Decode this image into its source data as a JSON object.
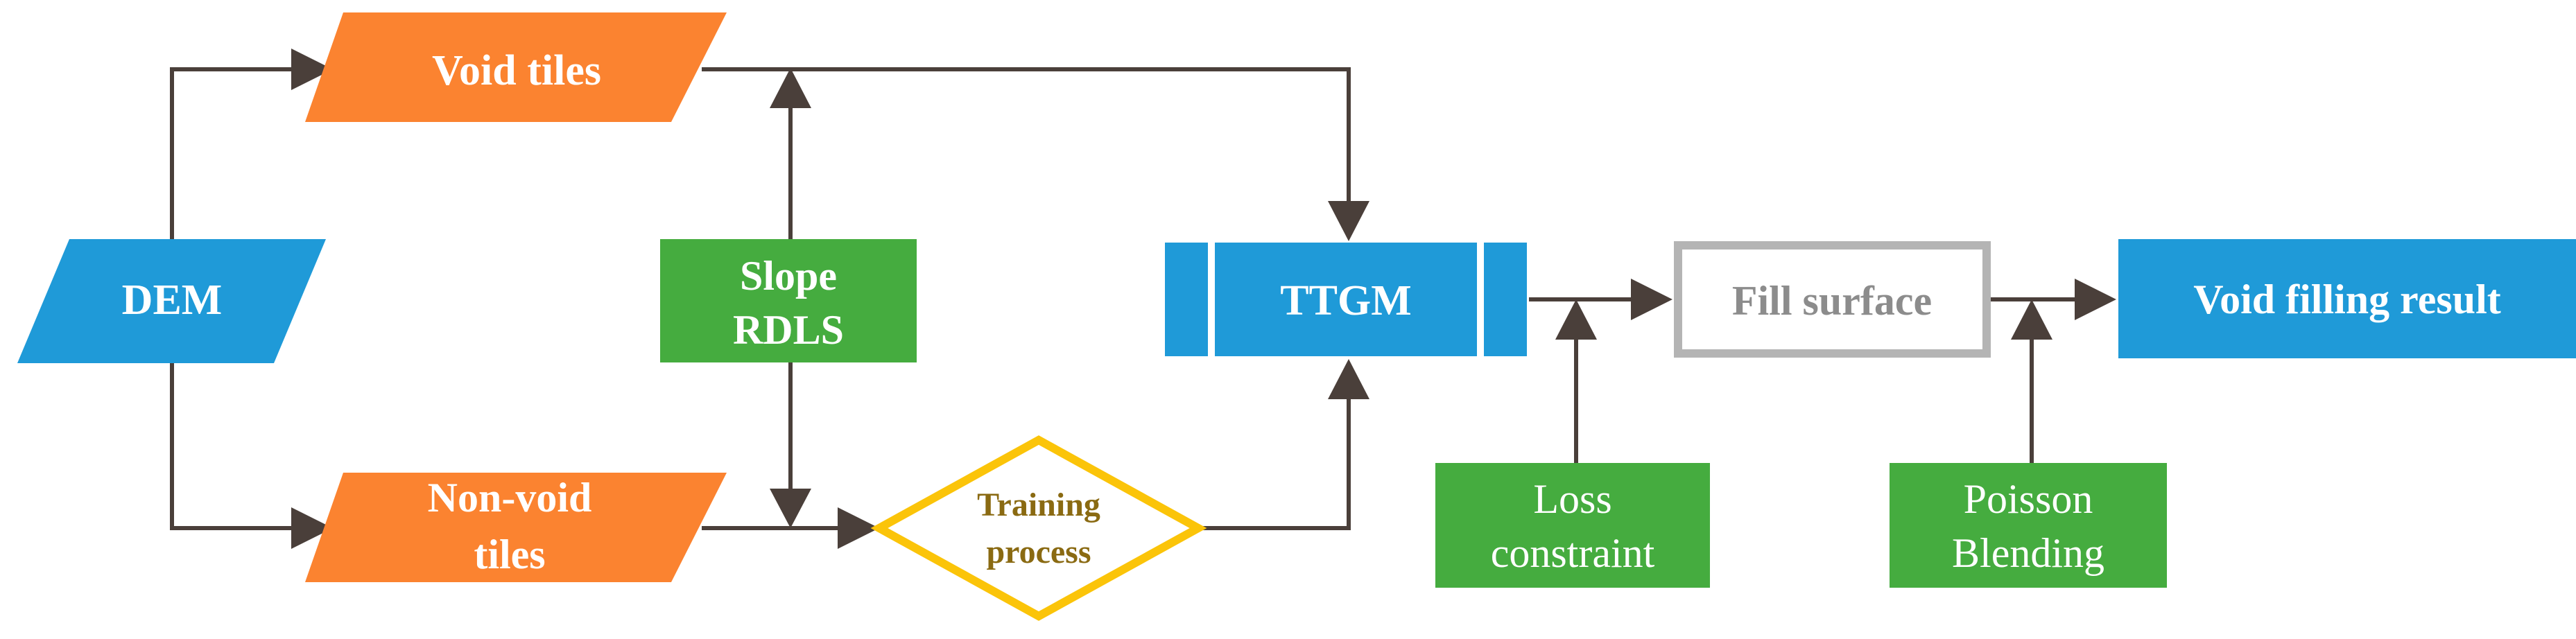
{
  "colors": {
    "orange": "#fb8330",
    "blue": "#1f9ad8",
    "green": "#45ac3f",
    "yellow": "#fbc409",
    "grey": "#b4b4b4",
    "arrow": "#4a3f3a",
    "text_brown": "#8a6a12",
    "text_grey": "#8c8c8c"
  },
  "nodes": {
    "dem": "DEM",
    "void_tiles": "Void tiles",
    "non_void_line1": "Non-void",
    "non_void_line2": "tiles",
    "slope_line1": "Slope",
    "slope_line2": "RDLS",
    "training_line1": "Training",
    "training_line2": "process",
    "ttgm": "TTGM",
    "loss_line1": "Loss",
    "loss_line2": "constraint",
    "fill_surface": "Fill surface",
    "poisson_line1": "Poisson",
    "poisson_line2": "Blending",
    "result": "Void filling result"
  }
}
